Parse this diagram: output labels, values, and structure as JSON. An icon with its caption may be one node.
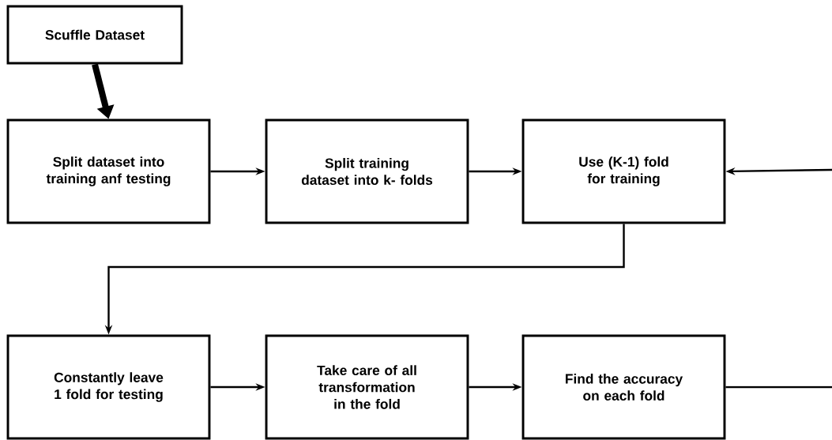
{
  "diagram": {
    "nodes": [
      {
        "text": [
          "Scuffle Dataset"
        ]
      },
      {
        "text": [
          "Split dataset into training anf testing"
        ]
      },
      {
        "text": [
          "Split training dataset into k- folds"
        ]
      },
      {
        "text": [
          "Use (K-1) fold for training"
        ]
      },
      {
        "text": [
          "Constantly leave 1 fold for testing"
        ]
      },
      {
        "text": [
          "Take care of all transformation in the fold"
        ]
      },
      {
        "text": [
          "Find the accuracy on each fold"
        ]
      }
    ],
    "edges": [
      {
        "from": 0,
        "to": 1,
        "arrow": "to",
        "style": "thick"
      },
      {
        "from": 1,
        "to": 2,
        "arrow": "to"
      },
      {
        "from": 2,
        "to": 3,
        "arrow": "to"
      },
      {
        "from": null,
        "to": 3,
        "arrow": "to"
      },
      {
        "from": 3,
        "to": 4,
        "arrow": "to"
      },
      {
        "from": 4,
        "to": 5,
        "arrow": "to"
      },
      {
        "from": 5,
        "to": 6,
        "arrow": "to"
      },
      {
        "from": 6,
        "to": null,
        "arrow": "none"
      }
    ]
  }
}
